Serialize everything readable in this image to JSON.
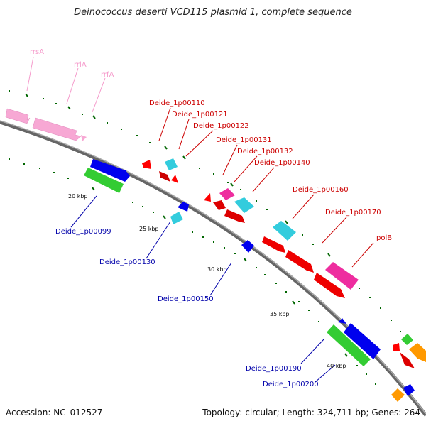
{
  "title": "Deinococcus deserti VCD115 plasmid 1, complete sequence",
  "accession": "Accession: NC_012527",
  "summary": "Topology: circular; Length: 324,711 bp; Genes: 264",
  "colors": {
    "backbone": "#808080",
    "rna": "#f7a8d4",
    "rna_label": "#f59acb",
    "cds_forward": "#ff0000",
    "cds_reverse": "#0000ee",
    "cds_cyan": "#33ccdd",
    "cds_magenta": "#ee2d9f",
    "cds_green": "#33cc33",
    "cds_orange": "#ff9900",
    "tick": "#006600",
    "forward_label": "#cc0000",
    "reverse_label": "#0000aa"
  },
  "scale_labels": [
    "20 kbp",
    "25 kbp",
    "30 kbp",
    "35 kbp",
    "40 kbp"
  ],
  "labels_rna": [
    "rrsA",
    "rrlA",
    "rrfA"
  ],
  "labels_forward": [
    "Deide_1p00110",
    "Deide_1p00121",
    "Deide_1p00122",
    "Deide_1p00131",
    "Deide_1p00132",
    "Deide_1p00140",
    "Deide_1p00160",
    "Deide_1p00170",
    "polB"
  ],
  "labels_reverse": [
    "Deide_1p00099",
    "Deide_1p00130",
    "Deide_1p00150",
    "Deide_1p00190",
    "Deide_1p00200"
  ]
}
